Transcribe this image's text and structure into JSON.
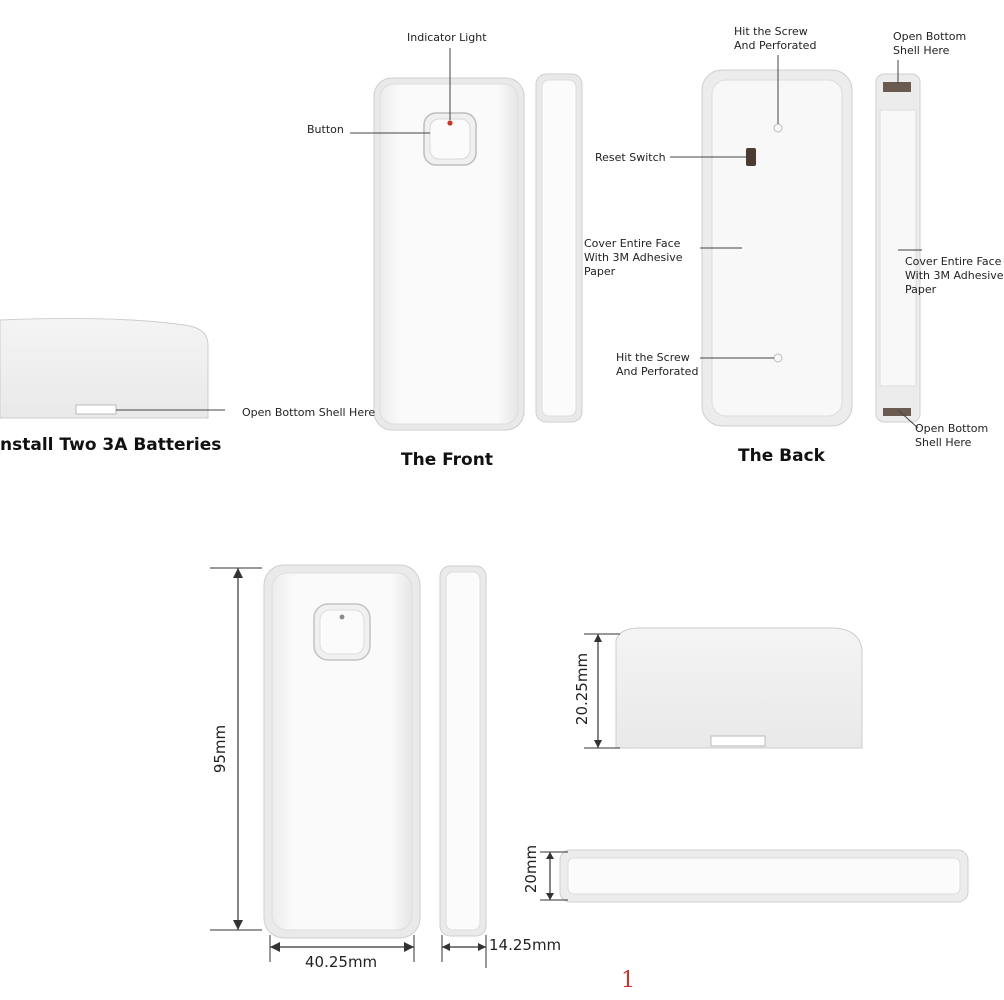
{
  "top_left": {
    "open_bottom_label": "Open Bottom Shell Here",
    "caption": "nstall Two 3A Batteries"
  },
  "front": {
    "indicator_label": "Indicator Light",
    "button_label": "Button",
    "caption": "The Front"
  },
  "back": {
    "screw_top_label": "Hit the Screw\nAnd Perforated",
    "reset_label": "Reset Switch",
    "cover_label": "Cover Entire Face\nWith 3M Adhesive\nPaper",
    "screw_bottom_label": "Hit the Screw\nAnd Perforated",
    "caption": "The Back"
  },
  "side": {
    "open_top_label": "Open Bottom\nShell Here",
    "cover_label": "Cover Entire Face\nWith 3M Adhesive\nPaper",
    "open_bottom_label": "Open Bottom\nShell Here"
  },
  "dimensions": {
    "height": "95mm",
    "width": "40.25mm",
    "depth": "14.25mm",
    "cap_height": "20.25mm",
    "bar_height": "20mm"
  },
  "page_number": "1",
  "colors": {
    "indicator": "#c0392b",
    "page_number": "#c0392b",
    "device_fill": "#f7f7f7",
    "device_stroke": "#cfcfcf"
  }
}
